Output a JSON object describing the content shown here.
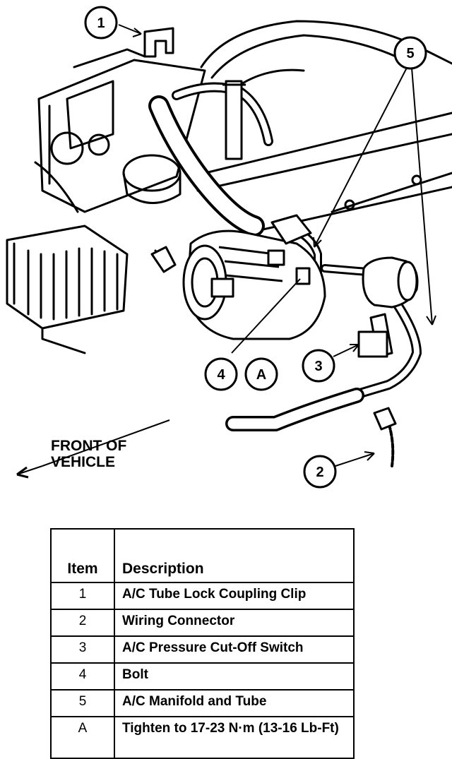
{
  "diagram": {
    "callouts": [
      "1",
      "5",
      "4",
      "A",
      "3",
      "2"
    ],
    "front_label_line1": "FRONT OF",
    "front_label_line2": "VEHICLE"
  },
  "legend": {
    "header_item": "Item",
    "header_description": "Description",
    "rows": [
      {
        "item": "1",
        "description": "A/C Tube Lock Coupling Clip"
      },
      {
        "item": "2",
        "description": "Wiring Connector"
      },
      {
        "item": "3",
        "description": "A/C Pressure Cut-Off Switch"
      },
      {
        "item": "4",
        "description": "Bolt"
      },
      {
        "item": "5",
        "description": "A/C Manifold and Tube"
      },
      {
        "item": "A",
        "description": "Tighten to 17-23 N·m (13-16 Lb-Ft)"
      }
    ]
  }
}
